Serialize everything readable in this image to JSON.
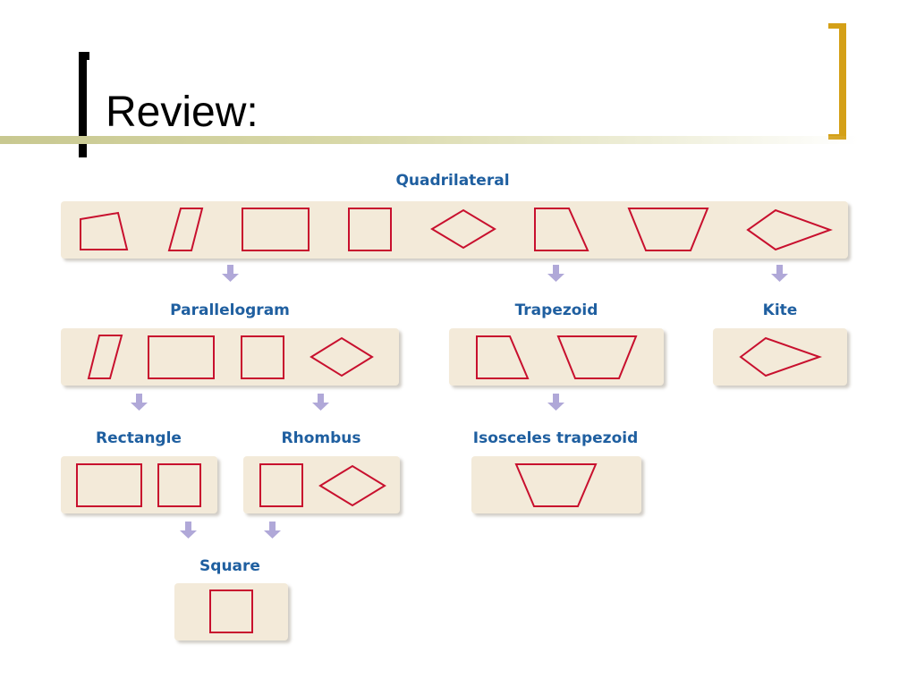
{
  "slide": {
    "title": "Review:"
  },
  "diagram": {
    "nodes": {
      "quadrilateral": "Quadrilateral",
      "parallelogram": "Parallelogram",
      "trapezoid": "Trapezoid",
      "kite": "Kite",
      "rectangle": "Rectangle",
      "rhombus": "Rhombus",
      "isosceles_trapezoid": "Isosceles trapezoid",
      "square": "Square"
    },
    "edges": [
      [
        "quadrilateral",
        "parallelogram"
      ],
      [
        "quadrilateral",
        "trapezoid"
      ],
      [
        "quadrilateral",
        "kite"
      ],
      [
        "parallelogram",
        "rectangle"
      ],
      [
        "parallelogram",
        "rhombus"
      ],
      [
        "trapezoid",
        "isosceles_trapezoid"
      ],
      [
        "rectangle",
        "square"
      ],
      [
        "rhombus",
        "square"
      ]
    ],
    "shape_outline_color": "#c8102e",
    "label_color": "#1f5fa0",
    "panel_color": "#f3ead9",
    "arrow_color": "#b0a8d8",
    "accent_bracket_color": "#d4a017"
  }
}
